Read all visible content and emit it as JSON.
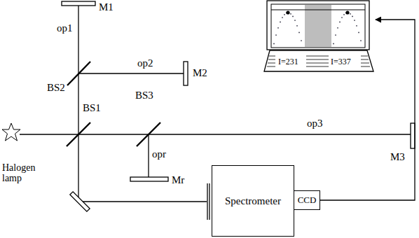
{
  "diagram": {
    "nodes": [
      {
        "text": [
          "I=231",
          "I=337"
        ]
      },
      {
        "text": [
          "Spectrometer"
        ]
      },
      {
        "text": [
          "CCD"
        ]
      }
    ],
    "edges": [
      {
        "from": 2,
        "to": 0,
        "arrow": "to"
      }
    ],
    "labels": [
      "M1",
      "op1",
      "BS2",
      "op2",
      "M2",
      "BS1",
      "BS3",
      "op3",
      "Halogen lamp",
      "opr",
      "Mr",
      "M3"
    ]
  }
}
